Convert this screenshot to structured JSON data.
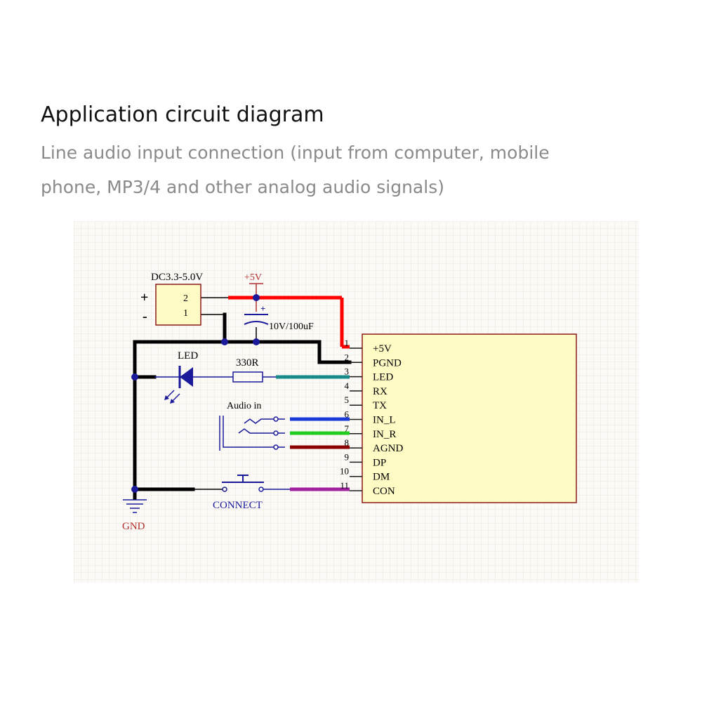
{
  "header": {
    "title": "Application circuit diagram",
    "subtitle_line1": "Line audio input connection (input from computer, mobile",
    "subtitle_line2": "phone, MP3/4 and other analog audio signals)"
  },
  "schematic": {
    "power_connector": {
      "label": "DC3.3-5.0V",
      "pin_top": "2",
      "pin_bottom": "1",
      "plus": "+",
      "minus": "-"
    },
    "rail_label": "+5V",
    "capacitor": {
      "label": "10V/100uF",
      "polarity": "+"
    },
    "led_label": "LED",
    "resistor_label": "330R",
    "audio_label": "Audio in",
    "button_label": "CONNECT",
    "gnd_label": "GND",
    "module_pins": [
      {
        "num": "1",
        "name": "+5V"
      },
      {
        "num": "2",
        "name": "PGND"
      },
      {
        "num": "3",
        "name": "LED"
      },
      {
        "num": "4",
        "name": "RX"
      },
      {
        "num": "5",
        "name": "TX"
      },
      {
        "num": "6",
        "name": "IN_L"
      },
      {
        "num": "7",
        "name": "IN_R"
      },
      {
        "num": "8",
        "name": "AGND"
      },
      {
        "num": "9",
        "name": "DP"
      },
      {
        "num": "10",
        "name": "DM"
      },
      {
        "num": "11",
        "name": "CON"
      }
    ],
    "colors": {
      "grid_bg": "#fbfaf6",
      "grid_line": "#ede6dc",
      "module_fill": "#fffbc4",
      "module_stroke": "#8b1a1a",
      "power_wire": "#ff0000",
      "ground_wire": "#000000",
      "led_wire": "#178a8a",
      "in_l_wire": "#1a3ad8",
      "in_r_wire": "#22cc22",
      "agnd_wire": "#8b0000",
      "con_wire": "#a020a0",
      "component": "#1a1a9a",
      "label_red": "#b03030"
    }
  }
}
